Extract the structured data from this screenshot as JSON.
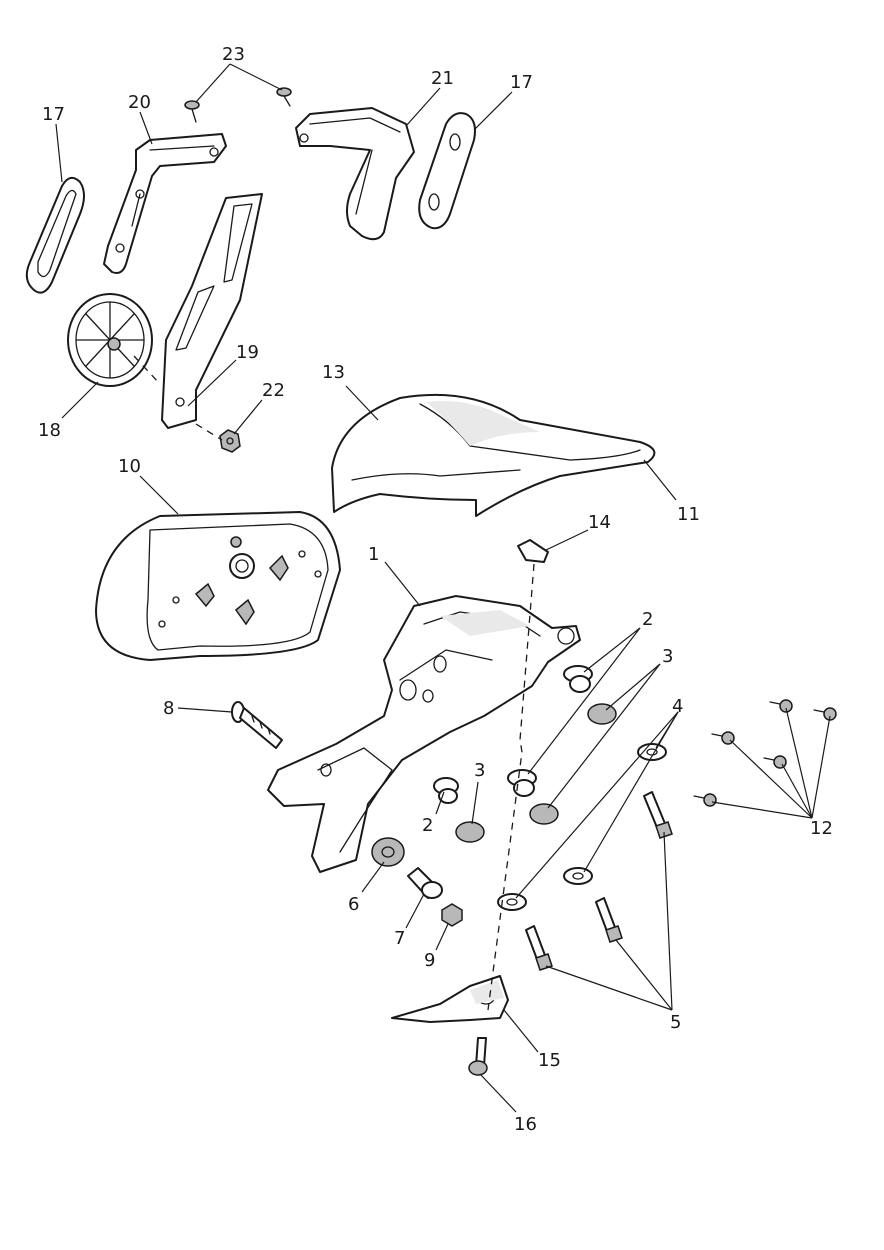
{
  "callouts": [
    {
      "id": "c1",
      "text": "1"
    },
    {
      "id": "c2a",
      "text": "2"
    },
    {
      "id": "c2b",
      "text": "2"
    },
    {
      "id": "c3a",
      "text": "3"
    },
    {
      "id": "c3b",
      "text": "3"
    },
    {
      "id": "c4",
      "text": "4"
    },
    {
      "id": "c5",
      "text": "5"
    },
    {
      "id": "c6",
      "text": "6"
    },
    {
      "id": "c7",
      "text": "7"
    },
    {
      "id": "c8",
      "text": "8"
    },
    {
      "id": "c9",
      "text": "9"
    },
    {
      "id": "c10",
      "text": "10"
    },
    {
      "id": "c11",
      "text": "11"
    },
    {
      "id": "c12",
      "text": "12"
    },
    {
      "id": "c13",
      "text": "13"
    },
    {
      "id": "c14",
      "text": "14"
    },
    {
      "id": "c15",
      "text": "15"
    },
    {
      "id": "c16",
      "text": "16"
    },
    {
      "id": "c17a",
      "text": "17"
    },
    {
      "id": "c17b",
      "text": "17"
    },
    {
      "id": "c18",
      "text": "18"
    },
    {
      "id": "c19",
      "text": "19"
    },
    {
      "id": "c20",
      "text": "20"
    },
    {
      "id": "c21",
      "text": "21"
    },
    {
      "id": "c22",
      "text": "22"
    },
    {
      "id": "c23",
      "text": "23"
    }
  ]
}
